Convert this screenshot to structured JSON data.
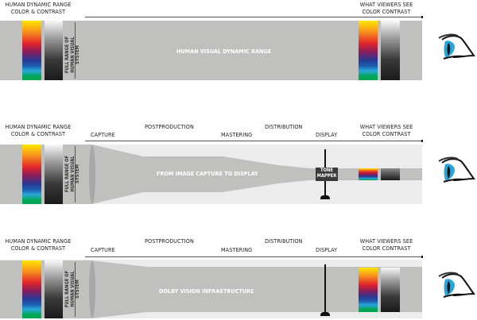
{
  "panels": [
    {
      "left_label": [
        "HUMAN DYNAMIC RANGE",
        "COLOR & CONTRAST"
      ],
      "vertical_label": [
        "FULL RANGE OF",
        "HUMAN VISUAL",
        "SYSTEM"
      ],
      "center_label": "HUMAN VISUAL DYNAMIC RANGE",
      "right_label": [
        "WHAT VIEWERS SEE",
        "COLOR CONTRAST"
      ]
    },
    {
      "left_label": [
        "HUMAN DYNAMIC RANGE",
        "COLOR & CONTRAST"
      ],
      "vertical_label": [
        "FULL RANGE OF",
        "HUMAN VISUAL",
        "SYSTEM"
      ],
      "stages": {
        "capture": "CAPTURE",
        "postproduction": "POSTPRODUCTION",
        "mastering": "MASTERING",
        "distribution": "DISTRIBUTION",
        "display": "DISPLAY"
      },
      "center_label": "FROM IMAGE CAPTURE TO DISPLAY",
      "tone_mapper": [
        "TONE",
        "MAPPER"
      ],
      "right_label": [
        "WHAT VIEWERS SEE",
        "COLOR CONTRAST"
      ]
    },
    {
      "left_label": [
        "HUMAN DYNAMIC RANGE",
        "COLOR & CONTRAST"
      ],
      "vertical_label": [
        "FULL RANGE OF",
        "HUMAN VISUAL",
        "SYSTEM"
      ],
      "stages": {
        "capture": "CAPTURE",
        "postproduction": "POSTPRODUCTION",
        "mastering": "MASTERING",
        "distribution": "DISTRIBUTION",
        "display": "DISPLAY"
      },
      "center_label": "DOLBY VISION INFRASTRUCTURE",
      "right_label": [
        "WHAT VIEWERS SEE",
        "COLOR CONTRAST"
      ]
    }
  ],
  "colors": {
    "band": "#c0c0bf",
    "backdrop": "#ececec",
    "eye_iris": "#29a6d9"
  }
}
